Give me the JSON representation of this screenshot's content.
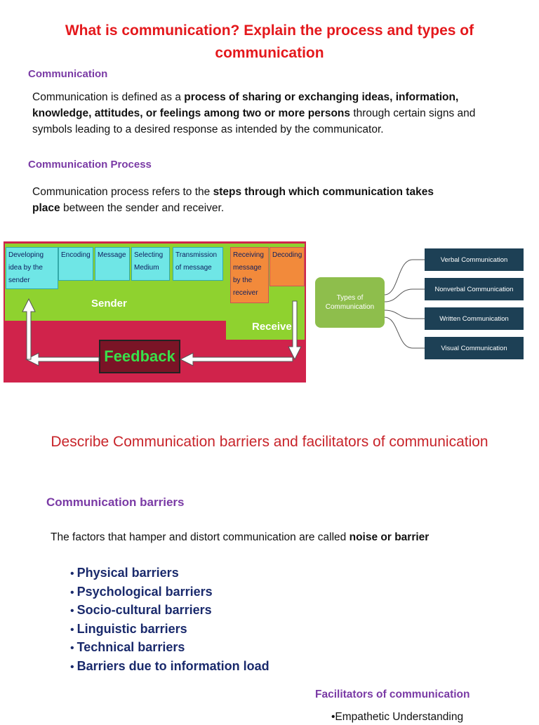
{
  "title": "What is communication? Explain the process and types of communication",
  "section_communication": {
    "heading": "Communication",
    "text_1": "Communication is defined as a ",
    "bold_1": "process of sharing or exchanging ideas, information, knowledge, attitudes, or feelings among two or more persons",
    "text_2": " through certain signs and symbols leading to a desired response as intended by the communicator."
  },
  "section_process": {
    "heading": "Communication Process",
    "text_1": "Communication process refers to the ",
    "bold_1": "steps through which communication takes place",
    "text_2": " between the sender and receiver."
  },
  "process_diagram": {
    "steps": [
      "Developing idea by the sender",
      "Encoding",
      "Message",
      "Selecting Medium",
      "Transmission of message",
      "Receiving message by the receiver",
      "Decoding"
    ],
    "sender_label": "Sender",
    "receiver_label": "Receiver",
    "feedback_label": "Feedback"
  },
  "types_diagram": {
    "center": "Types of Communication",
    "types": [
      "Verbal Communication",
      "Nonverbal Communication",
      "Written Communication",
      "Visual Communication"
    ]
  },
  "title_2": "Describe Communication barriers and facilitators of communication",
  "section_barriers": {
    "heading": "Communication barriers",
    "text_1": "The factors that hamper and distort communication are called ",
    "bold_1": "noise or barrier",
    "items": [
      "Physical barriers",
      "Psychological barriers",
      "Socio-cultural barriers",
      "Linguistic barriers",
      "Technical barriers",
      "Barriers due to information load"
    ]
  },
  "section_facilitators": {
    "heading": "Facilitators of communication",
    "first_item": "•Empathetic Understanding"
  },
  "colors": {
    "title_red": "#e4181c",
    "heading_purple": "#7a3aa5",
    "bullet_navy": "#1a2a6c"
  }
}
